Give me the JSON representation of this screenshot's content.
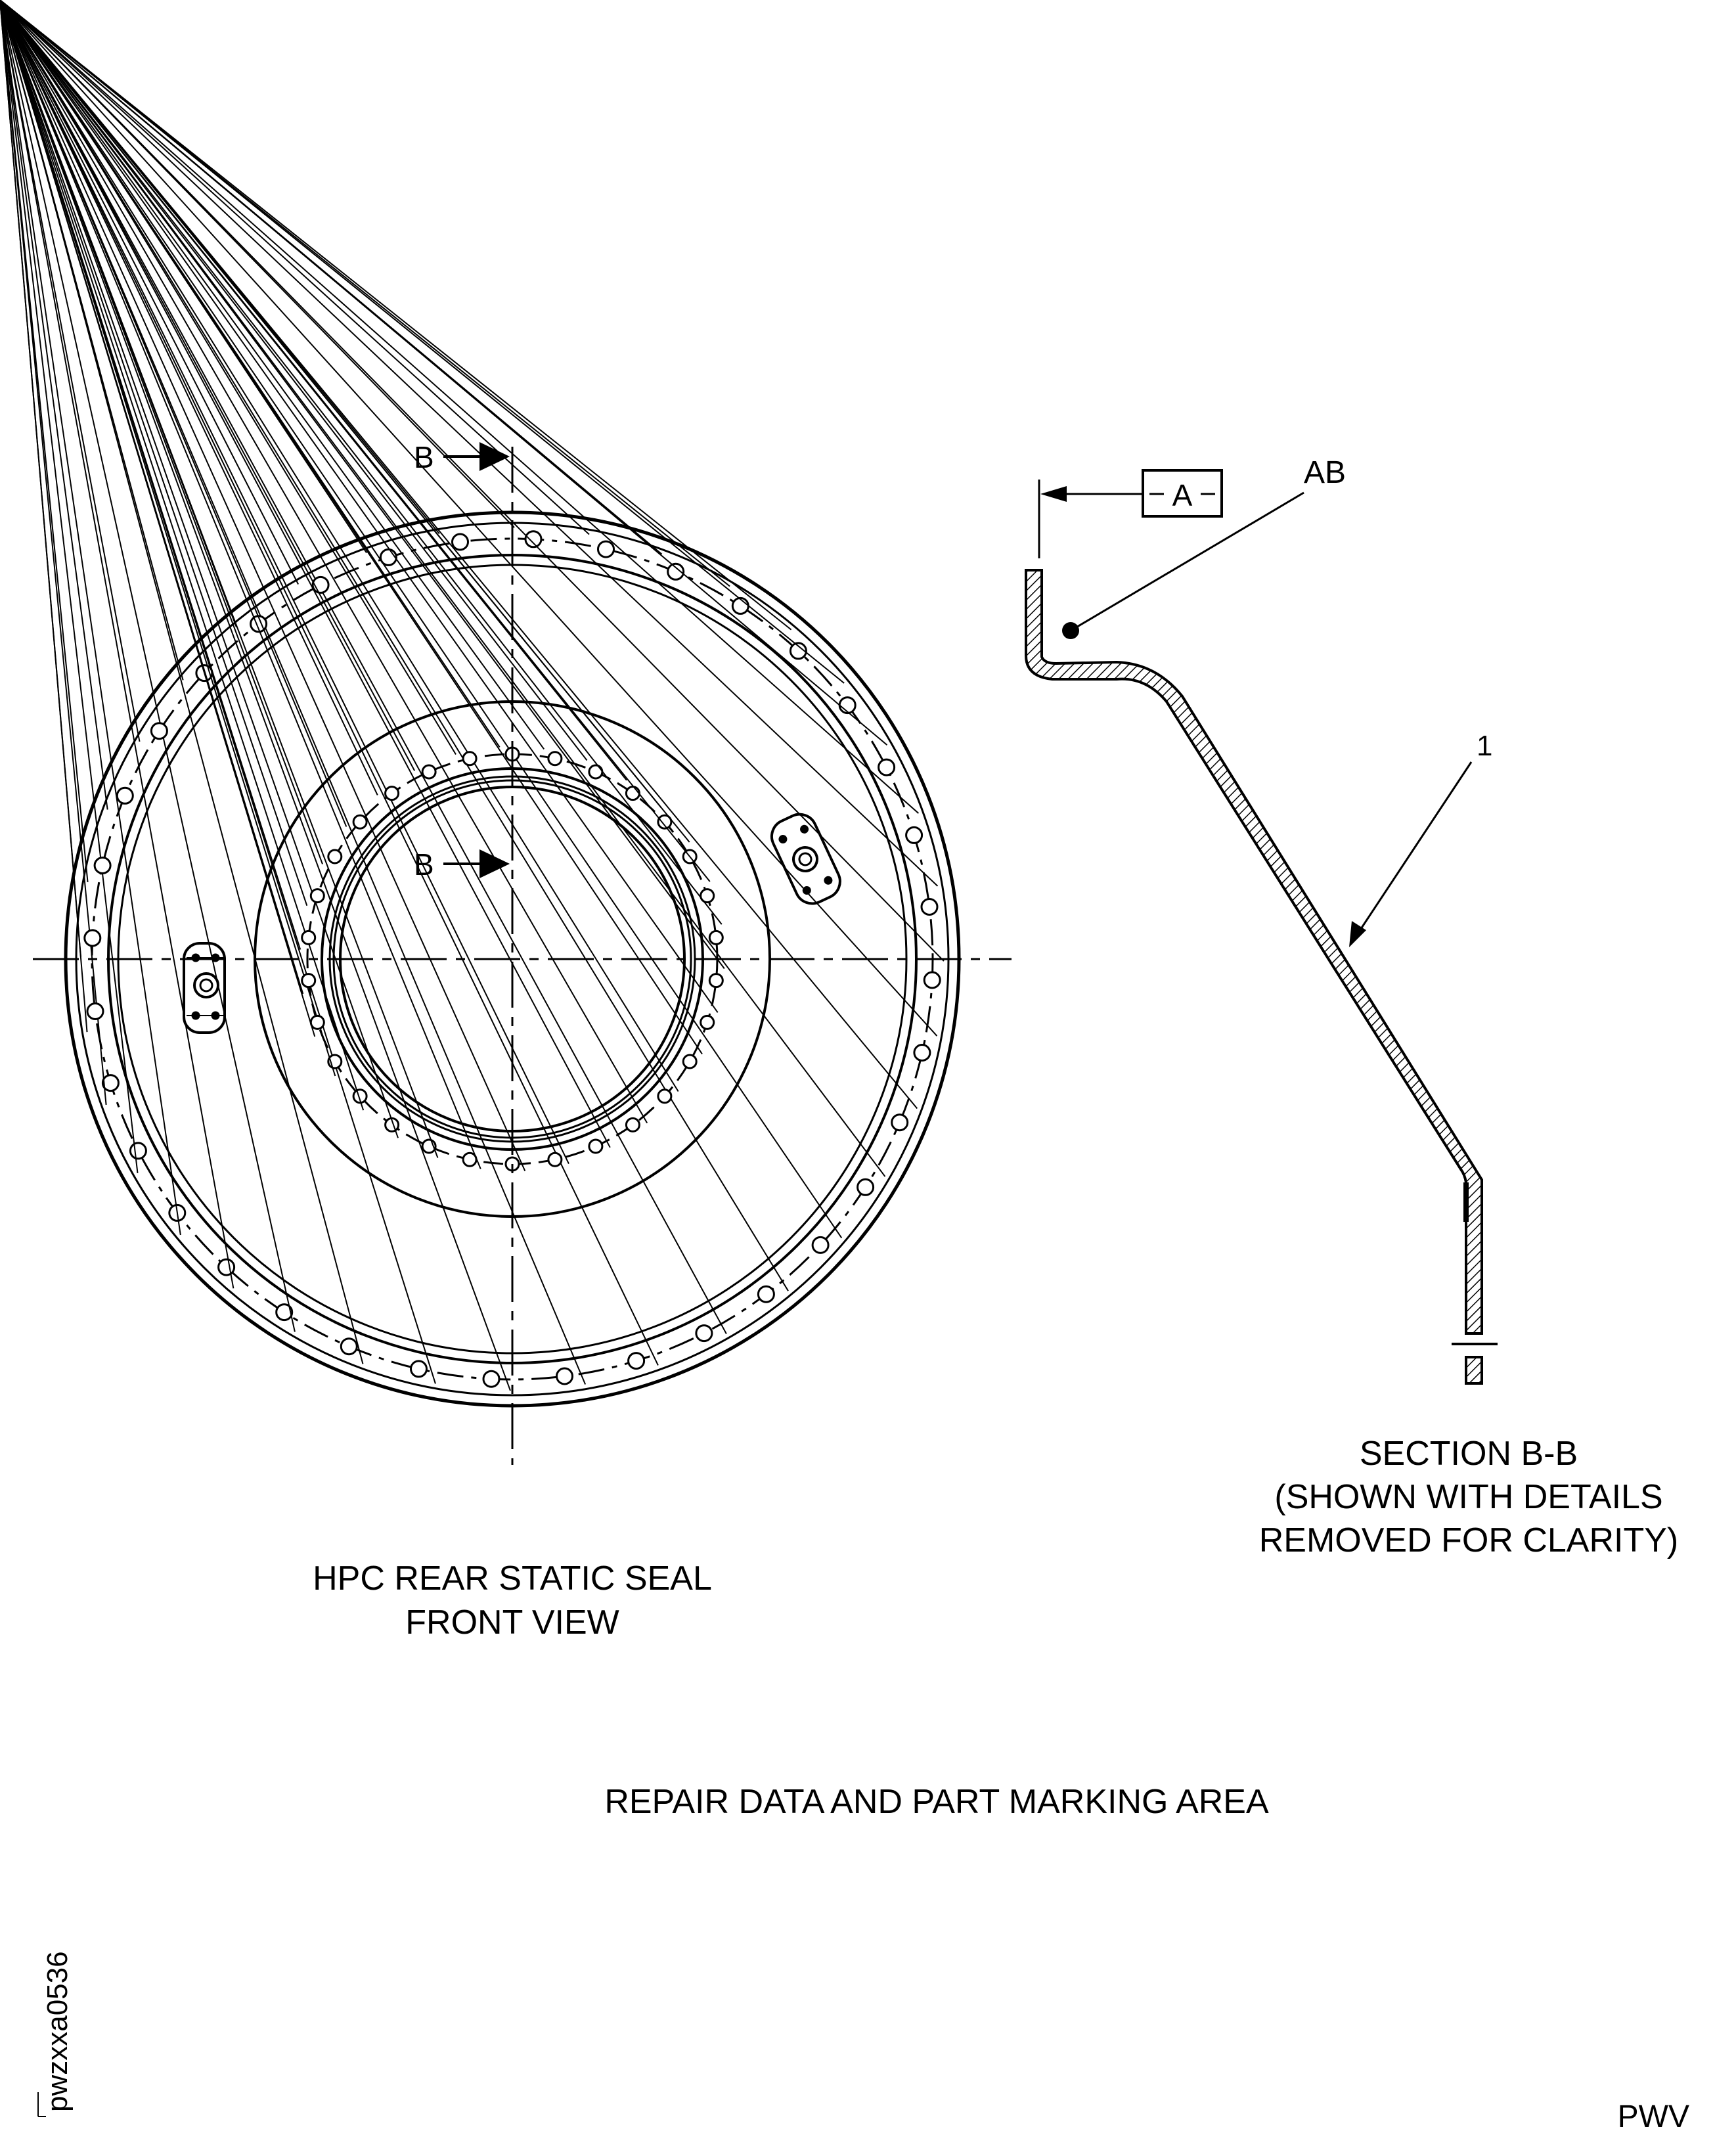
{
  "front_view": {
    "section_marker_top": "B",
    "section_marker_inner": "B",
    "caption_line1": "HPC REAR STATIC SEAL",
    "caption_line2": "FRONT VIEW"
  },
  "section_view": {
    "datum_label": "A",
    "callout_ab": "AB",
    "callout_item": "1",
    "caption_line1": "SECTION B-B",
    "caption_line2": "(SHOWN WITH DETAILS",
    "caption_line3": "REMOVED FOR CLARITY)"
  },
  "legend": {
    "repair_area_note": "REPAIR DATA AND PART MARKING AREA"
  },
  "sheet": {
    "figure_id": "pwzxxa0536",
    "corner_code": "PWV"
  },
  "colors": {
    "line": "#000000",
    "background": "#ffffff"
  }
}
